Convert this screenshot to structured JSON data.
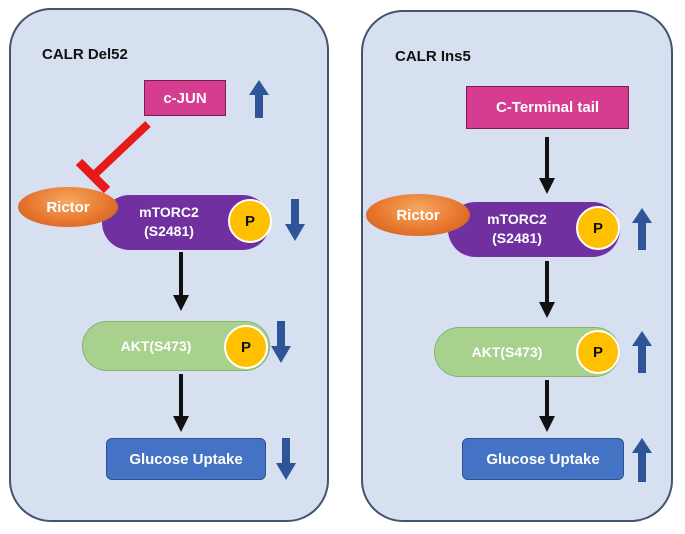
{
  "colors": {
    "panel_bg": "#d6e0f1",
    "panel_border": "#44546a",
    "magenta_box": "#d63c8f",
    "mtorc2": "#7030a0",
    "rictor": "#e8782f",
    "akt": "#a9d18e",
    "phospho": "#ffc000",
    "glucose_box": "#4472c4",
    "status_arrow": "#2e5597",
    "inhibition": "#e81919"
  },
  "left_panel": {
    "title": "CALR Del52",
    "upstream": {
      "label": "c-JUN",
      "change": "up"
    },
    "inhibits": "Rictor",
    "rictor": "Rictor",
    "mtorc2": {
      "line1": "mTORC2",
      "line2": "(S2481)",
      "phospho": "P",
      "change": "down"
    },
    "akt": {
      "label": "AKT(S473)",
      "phospho": "P",
      "change": "down"
    },
    "glucose": {
      "label": "Glucose Uptake",
      "change": "down"
    }
  },
  "right_panel": {
    "title": "CALR Ins5",
    "upstream": {
      "label": "C-Terminal tail"
    },
    "rictor": "Rictor",
    "mtorc2": {
      "line1": "mTORC2",
      "line2": "(S2481)",
      "phospho": "P",
      "change": "up"
    },
    "akt": {
      "label": "AKT(S473)",
      "phospho": "P",
      "change": "up"
    },
    "glucose": {
      "label": "Glucose Uptake",
      "change": "up"
    }
  }
}
